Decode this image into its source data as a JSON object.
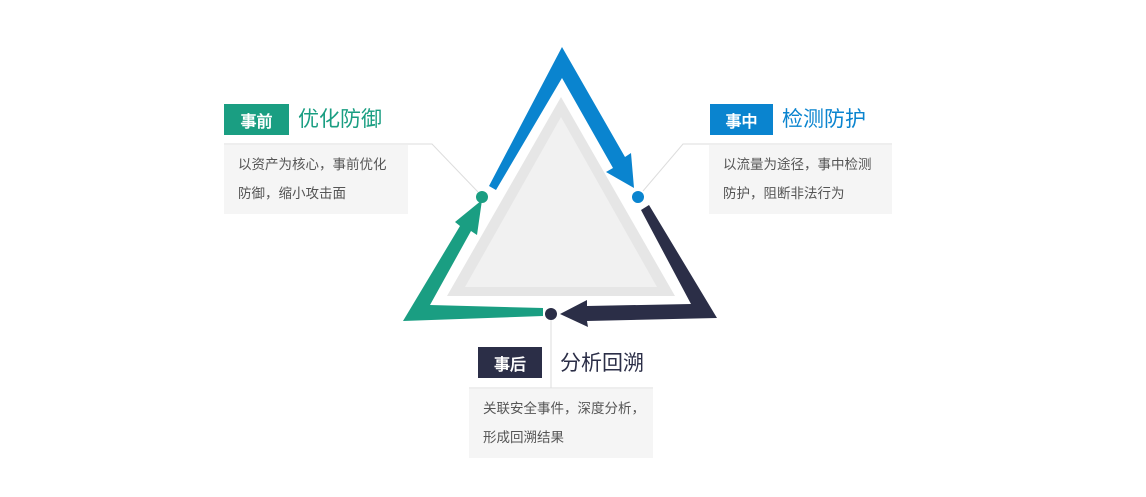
{
  "colors": {
    "before": "#1a9e82",
    "during": "#0a84cf",
    "after": "#2b2e47"
  },
  "stages": [
    {
      "tag": "事前",
      "title": "优化防御",
      "desc_lines": [
        "以资产为核心，事前优化",
        "防御，缩小攻击面"
      ]
    },
    {
      "tag": "事中",
      "title": "检测防护",
      "desc_lines": [
        "以流量为途径，事中检测",
        "防护，阻断非法行为"
      ]
    },
    {
      "tag": "事后",
      "title": "分析回溯",
      "desc_lines": [
        "关联安全事件，深度分析，",
        "形成回溯结果"
      ]
    }
  ]
}
